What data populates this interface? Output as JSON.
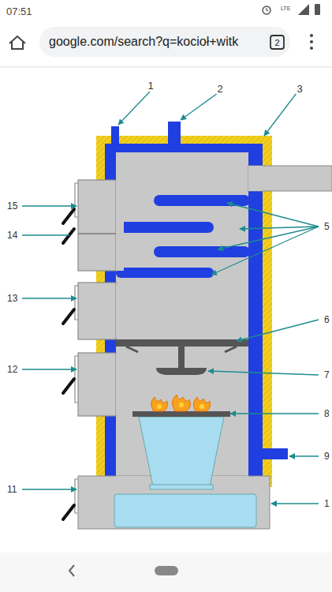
{
  "diagram": {
    "labels": [
      "07:51",
      "LTE",
      "google.com/search?q=kocioł+witk",
      "2",
      "1",
      "2",
      "3",
      "5",
      "6",
      "7",
      "8",
      "9",
      "1",
      "11",
      "12",
      "13",
      "14",
      "15"
    ]
  }
}
